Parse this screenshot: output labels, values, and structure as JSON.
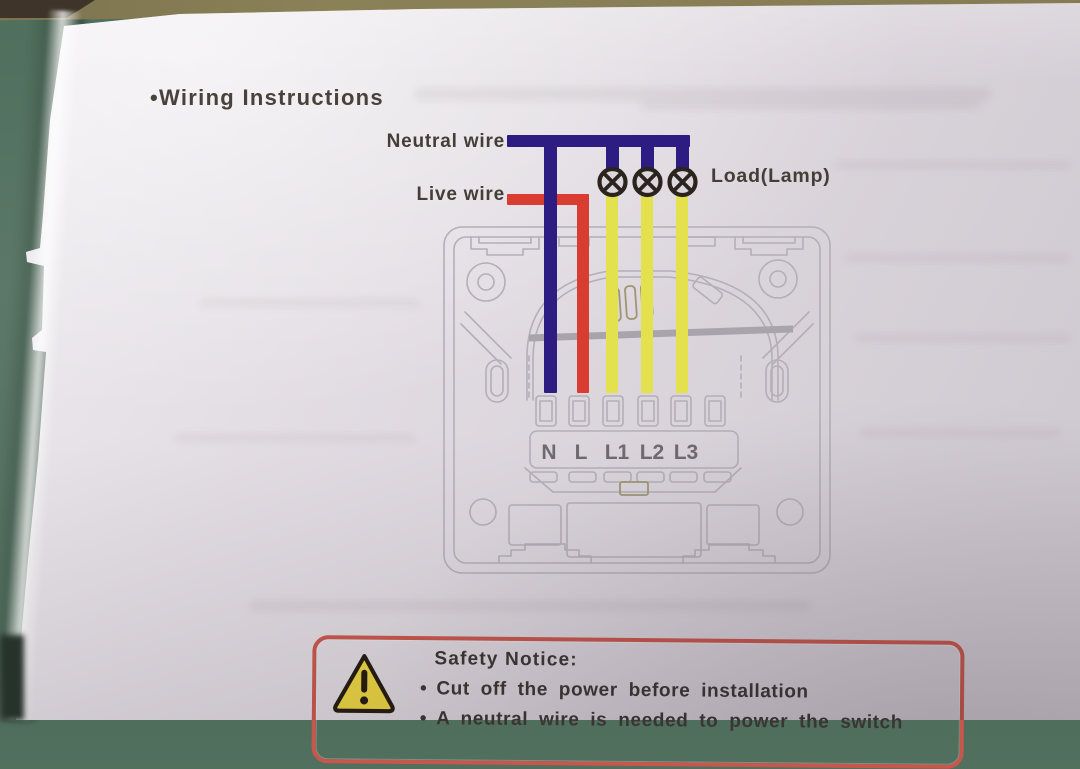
{
  "page": {
    "bullet": "•",
    "title": "Wiring Instructions"
  },
  "diagram": {
    "neutral_label": "Neutral wire",
    "live_label": "Live wire",
    "load_label": "Load(Lamp)",
    "terminals": [
      "N",
      "L",
      "L1",
      "L2",
      "L3"
    ],
    "lamp_count": 3,
    "colors": {
      "neutral_wire": "#2d1d82",
      "live_wire": "#d93c31",
      "load_wire": "#e3e14d",
      "lamp_symbol": "#2b231d",
      "diagram_lines": "#b4aeb6"
    }
  },
  "safety_notice": {
    "heading": "Safety Notice:",
    "bullet": "•",
    "items": [
      "Cut off the power before installation",
      "A neutral wire is needed to power the switch"
    ],
    "border_color": "#c7574d",
    "triangle_color": "#e9d441"
  }
}
